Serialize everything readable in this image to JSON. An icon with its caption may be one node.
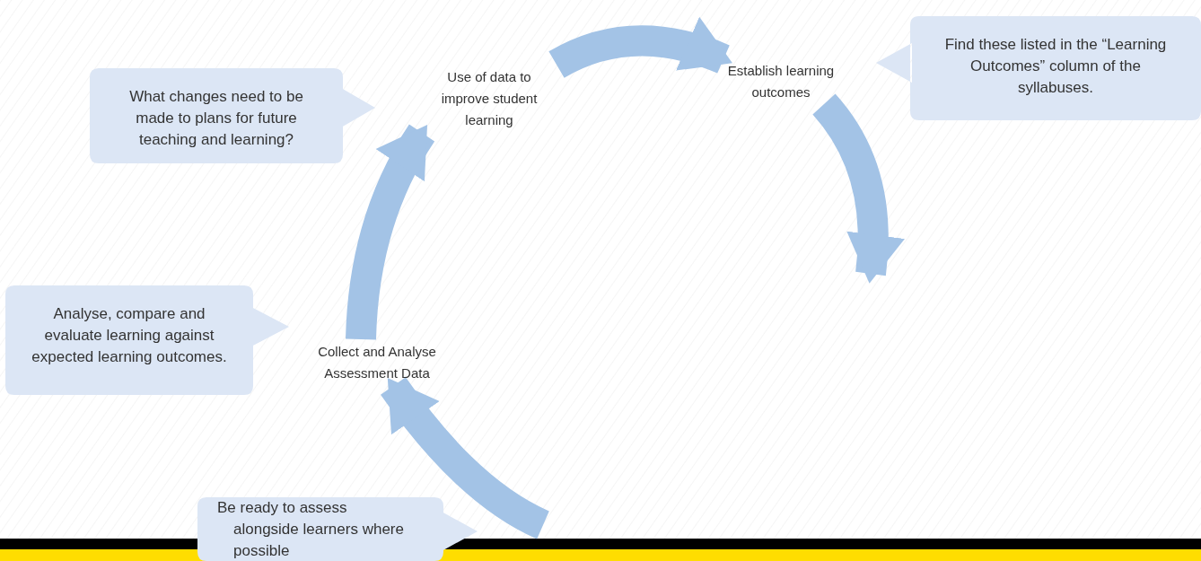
{
  "diagram": {
    "nodes": [
      {
        "text": [
          "What changes need to be made to plans for future teaching and learning?"
        ]
      },
      {
        "text": [
          "Use of data to improve student learning"
        ]
      },
      {
        "text": [
          "Establish learning outcomes"
        ]
      },
      {
        "text": [
          "Find these listed in the “Learning Outcomes” column of the syllabuses."
        ]
      },
      {
        "text": [
          "Analyse, compare and evaluate learning against expected learning outcomes."
        ]
      },
      {
        "text": [
          "Collect and Analyse Assessment Data"
        ]
      },
      {
        "text": [
          "Be ready to assess alongside learners where possible"
        ]
      }
    ],
    "edges": [
      {
        "from": 1,
        "to": 2,
        "arrow": "to"
      },
      {
        "from": 2,
        "to": null,
        "arrow": "to"
      },
      {
        "from": null,
        "to": 5,
        "arrow": "to"
      },
      {
        "from": 5,
        "to": 1,
        "arrow": "to"
      }
    ]
  }
}
